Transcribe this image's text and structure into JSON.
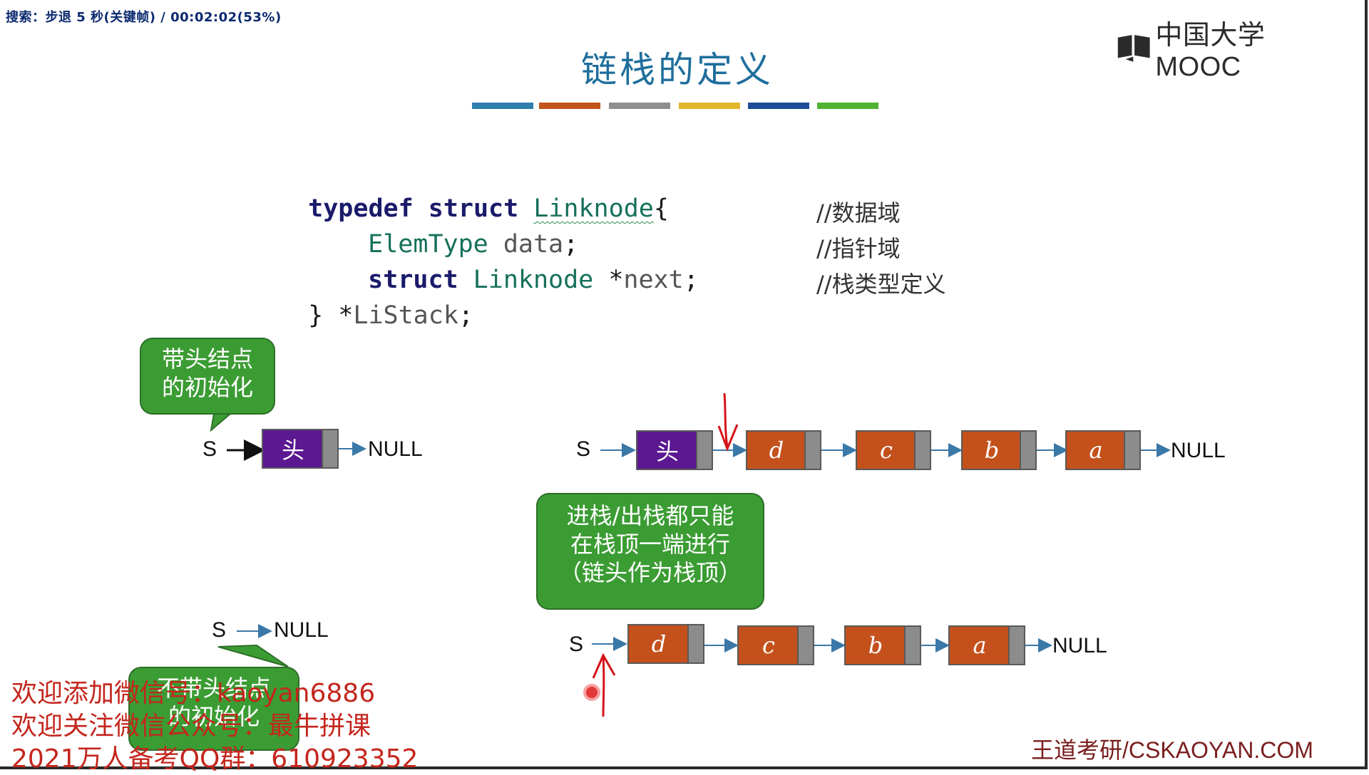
{
  "top_status": "搜索：步退 5 秒(关键帧) / 00:02:02(53%)",
  "logo": {
    "text": "中国大学MOOC",
    "icon": "book-icon"
  },
  "title": "链栈的定义",
  "color_bar_colors": [
    "#2f7fae",
    "#c0541c",
    "#8f8f8f",
    "#e0b72a",
    "#1e4c98",
    "#4fb232"
  ],
  "code": {
    "line1": {
      "kw1": "typedef",
      "kw2": "struct",
      "name": "Linknode",
      "brace": "{"
    },
    "line2": {
      "type": "ElemType",
      "var": "data",
      "semi": ";",
      "comment": "//数据域"
    },
    "line3": {
      "kw": "struct",
      "type": "Linknode",
      "ptr": "*",
      "var": "next",
      "semi": ";",
      "comment": "//指针域"
    },
    "line4": {
      "close": "}",
      "ptr": "*",
      "name": "LiStack",
      "semi": ";",
      "comment": "//栈类型定义"
    }
  },
  "bubbles": {
    "head_init_line1": "带头结点",
    "head_init_line2": "的初始化",
    "push_pop_line1": "进栈/出栈都只能",
    "push_pop_line2": "在栈顶一端进行",
    "push_pop_line3": "（链头作为栈顶）",
    "no_head_line1": "不带头结点",
    "no_head_line2": "的初始化"
  },
  "diagram": {
    "s_label": "S",
    "null_label": "NULL",
    "head_label": "头",
    "head_color": "#5b1891",
    "node_color": "#c4511c",
    "nodes": [
      "d",
      "c",
      "b",
      "a"
    ]
  },
  "watermark": {
    "line1": "欢迎添加微信号：kaoyan6886",
    "line2": "欢迎关注微信公众号：最牛拼课",
    "line3": "2021万人备考QQ群：610923352"
  },
  "footer": "王道考研/CSKAOYAN.COM"
}
